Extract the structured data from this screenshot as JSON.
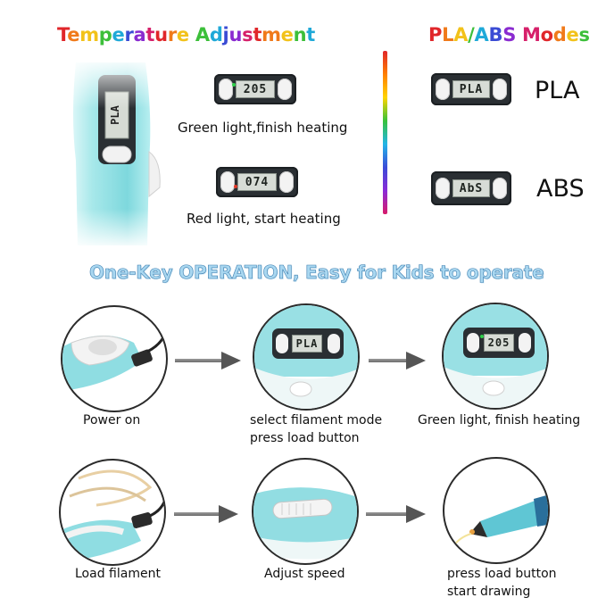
{
  "header": {
    "temperature_title": "Temperature Adjustment",
    "modes_title": "PLA/ABS Modes"
  },
  "temperature": {
    "pen_display": "PLA",
    "green": {
      "display": "205",
      "caption": "Green light,finish heating"
    },
    "red": {
      "display": "074",
      "caption": "Red light, start heating"
    }
  },
  "modes": {
    "pla": {
      "display": "PLA",
      "label": "PLA"
    },
    "abs": {
      "display": "AbS",
      "label": "ABS"
    }
  },
  "operation": {
    "title": "One-Key OPERATION, Easy for Kids to operate",
    "steps": [
      {
        "caption_lines": [
          "Power on"
        ]
      },
      {
        "caption_lines": [
          "select filament mode",
          "press load button"
        ],
        "display": "PLA"
      },
      {
        "caption_lines": [
          "Green light, finish heating"
        ],
        "display": "205"
      },
      {
        "caption_lines": [
          "Load filament"
        ]
      },
      {
        "caption_lines": [
          "Adjust speed"
        ]
      },
      {
        "caption_lines": [
          "press load button",
          "start drawing"
        ]
      }
    ]
  },
  "colors": {
    "pen_body": "#9fe3e6",
    "indicator_green": "#2fd14b",
    "indicator_red": "#e23a2a"
  },
  "icons": [
    "rainbow-bar",
    "arrow-right"
  ]
}
